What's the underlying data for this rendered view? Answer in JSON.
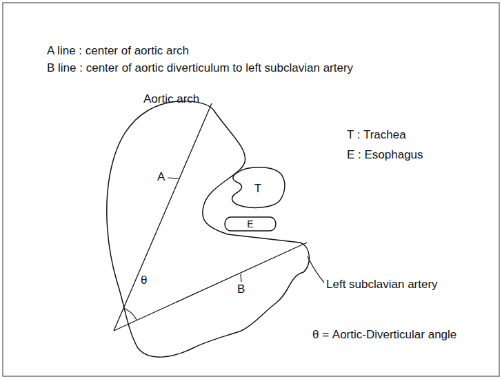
{
  "diagram": {
    "nodes": [
      {
        "text": [
          "T"
        ]
      },
      {
        "text": [
          "E"
        ]
      }
    ],
    "labels": [
      "A line : center of aortic arch",
      "B line : center of aortic diverticulum to left subclavian artery",
      "Aortic arch",
      "T : Trachea",
      "E : Esophagus",
      "A",
      "B",
      "θ",
      "Left subclavian artery",
      "θ = Aortic-Diverticular angle"
    ]
  }
}
